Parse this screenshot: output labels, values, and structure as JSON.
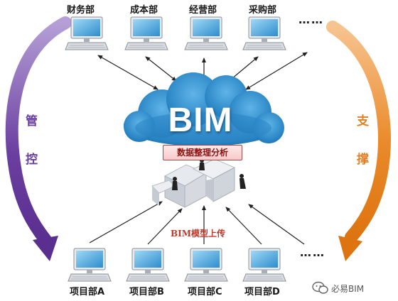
{
  "top_nodes": [
    {
      "label": "财务部"
    },
    {
      "label": "成本部"
    },
    {
      "label": "经营部"
    },
    {
      "label": "采购部"
    }
  ],
  "top_ellipsis": "……",
  "bottom_nodes": [
    {
      "label": "项目部A"
    },
    {
      "label": "项目部B"
    },
    {
      "label": "项目部C"
    },
    {
      "label": "项目部D"
    }
  ],
  "bottom_ellipsis": "……",
  "center": {
    "title": "BIM",
    "analysis": "数据整理分析",
    "upload": "BIM模型上传"
  },
  "left_side": {
    "chars": [
      "管",
      "控"
    ],
    "color": "#6a3fa0"
  },
  "right_side": {
    "chars": [
      "支",
      "撑"
    ],
    "color": "#e67e22"
  },
  "watermark": "必易BIM",
  "colors": {
    "cloud": "#2b86c5",
    "left_arrow": "#6a3fa0",
    "right_arrow": "#e67e22",
    "connector": "#222222"
  },
  "icons": {
    "computer": "computer-monitor-icon",
    "cloud": "cloud-icon",
    "blocks": "puzzle-blocks-icon",
    "wechat": "wechat-icon"
  }
}
